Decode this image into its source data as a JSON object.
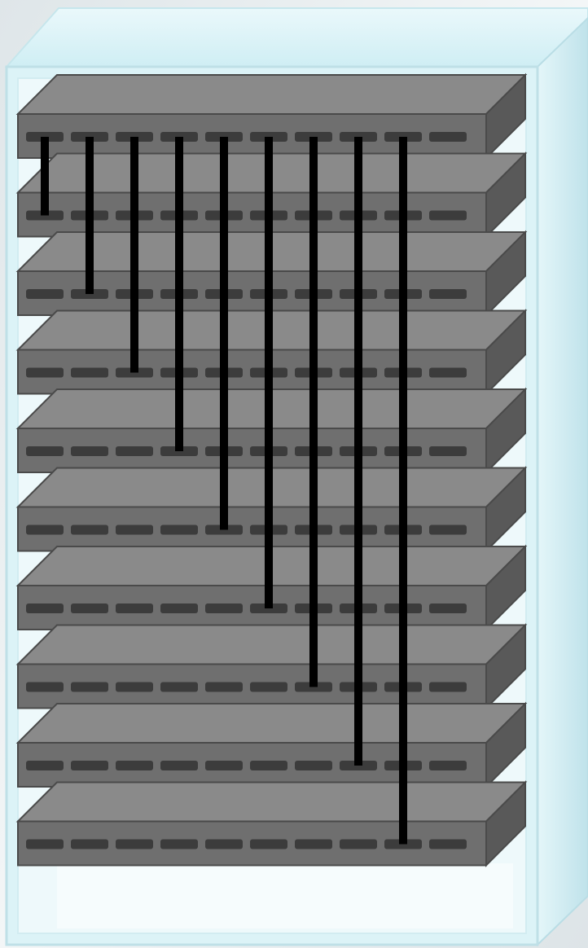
{
  "diagram": {
    "kind": "stacked-switch-rack",
    "units": 10,
    "ports_per_unit": 10,
    "links": [
      {
        "from_unit": 1,
        "to_unit": 2,
        "port": 1
      },
      {
        "from_unit": 1,
        "to_unit": 3,
        "port": 2
      },
      {
        "from_unit": 1,
        "to_unit": 4,
        "port": 3
      },
      {
        "from_unit": 1,
        "to_unit": 5,
        "port": 4
      },
      {
        "from_unit": 1,
        "to_unit": 6,
        "port": 5
      },
      {
        "from_unit": 1,
        "to_unit": 7,
        "port": 6
      },
      {
        "from_unit": 1,
        "to_unit": 8,
        "port": 7
      },
      {
        "from_unit": 1,
        "to_unit": 9,
        "port": 8
      },
      {
        "from_unit": 1,
        "to_unit": 10,
        "port": 9
      }
    ]
  },
  "colors": {
    "background": "#e9eef0",
    "cabinet_glass": "#dff4f8",
    "cabinet_edge": "#c4e3ea",
    "cabinet_inner": "#f2fafc",
    "unit_top": "#8a8a8a",
    "unit_front": "#6f6f6f",
    "unit_side": "#595959",
    "unit_outline": "#4a4a4a",
    "port": "#3c3c3c",
    "cable": "#000000"
  }
}
